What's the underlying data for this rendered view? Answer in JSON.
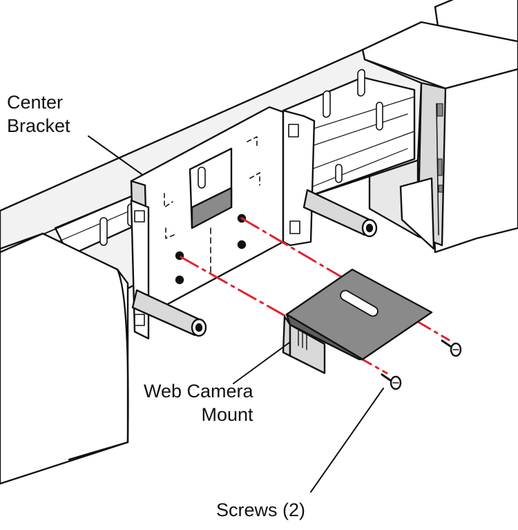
{
  "callouts": {
    "center_bracket": [
      "Center",
      "Bracket"
    ],
    "web_camera_mount": [
      "Web Camera",
      "Mount"
    ],
    "screws": "Screws (2)"
  },
  "colors": {
    "line": "#111111",
    "fill_light": "#ffffff",
    "fill_mid": "#d9d9d9",
    "fill_dark": "#8a8a8a",
    "guide": "#e3212d"
  },
  "icons": [
    "screw-icon",
    "standoff-post-icon",
    "bracket-slot-icon"
  ]
}
